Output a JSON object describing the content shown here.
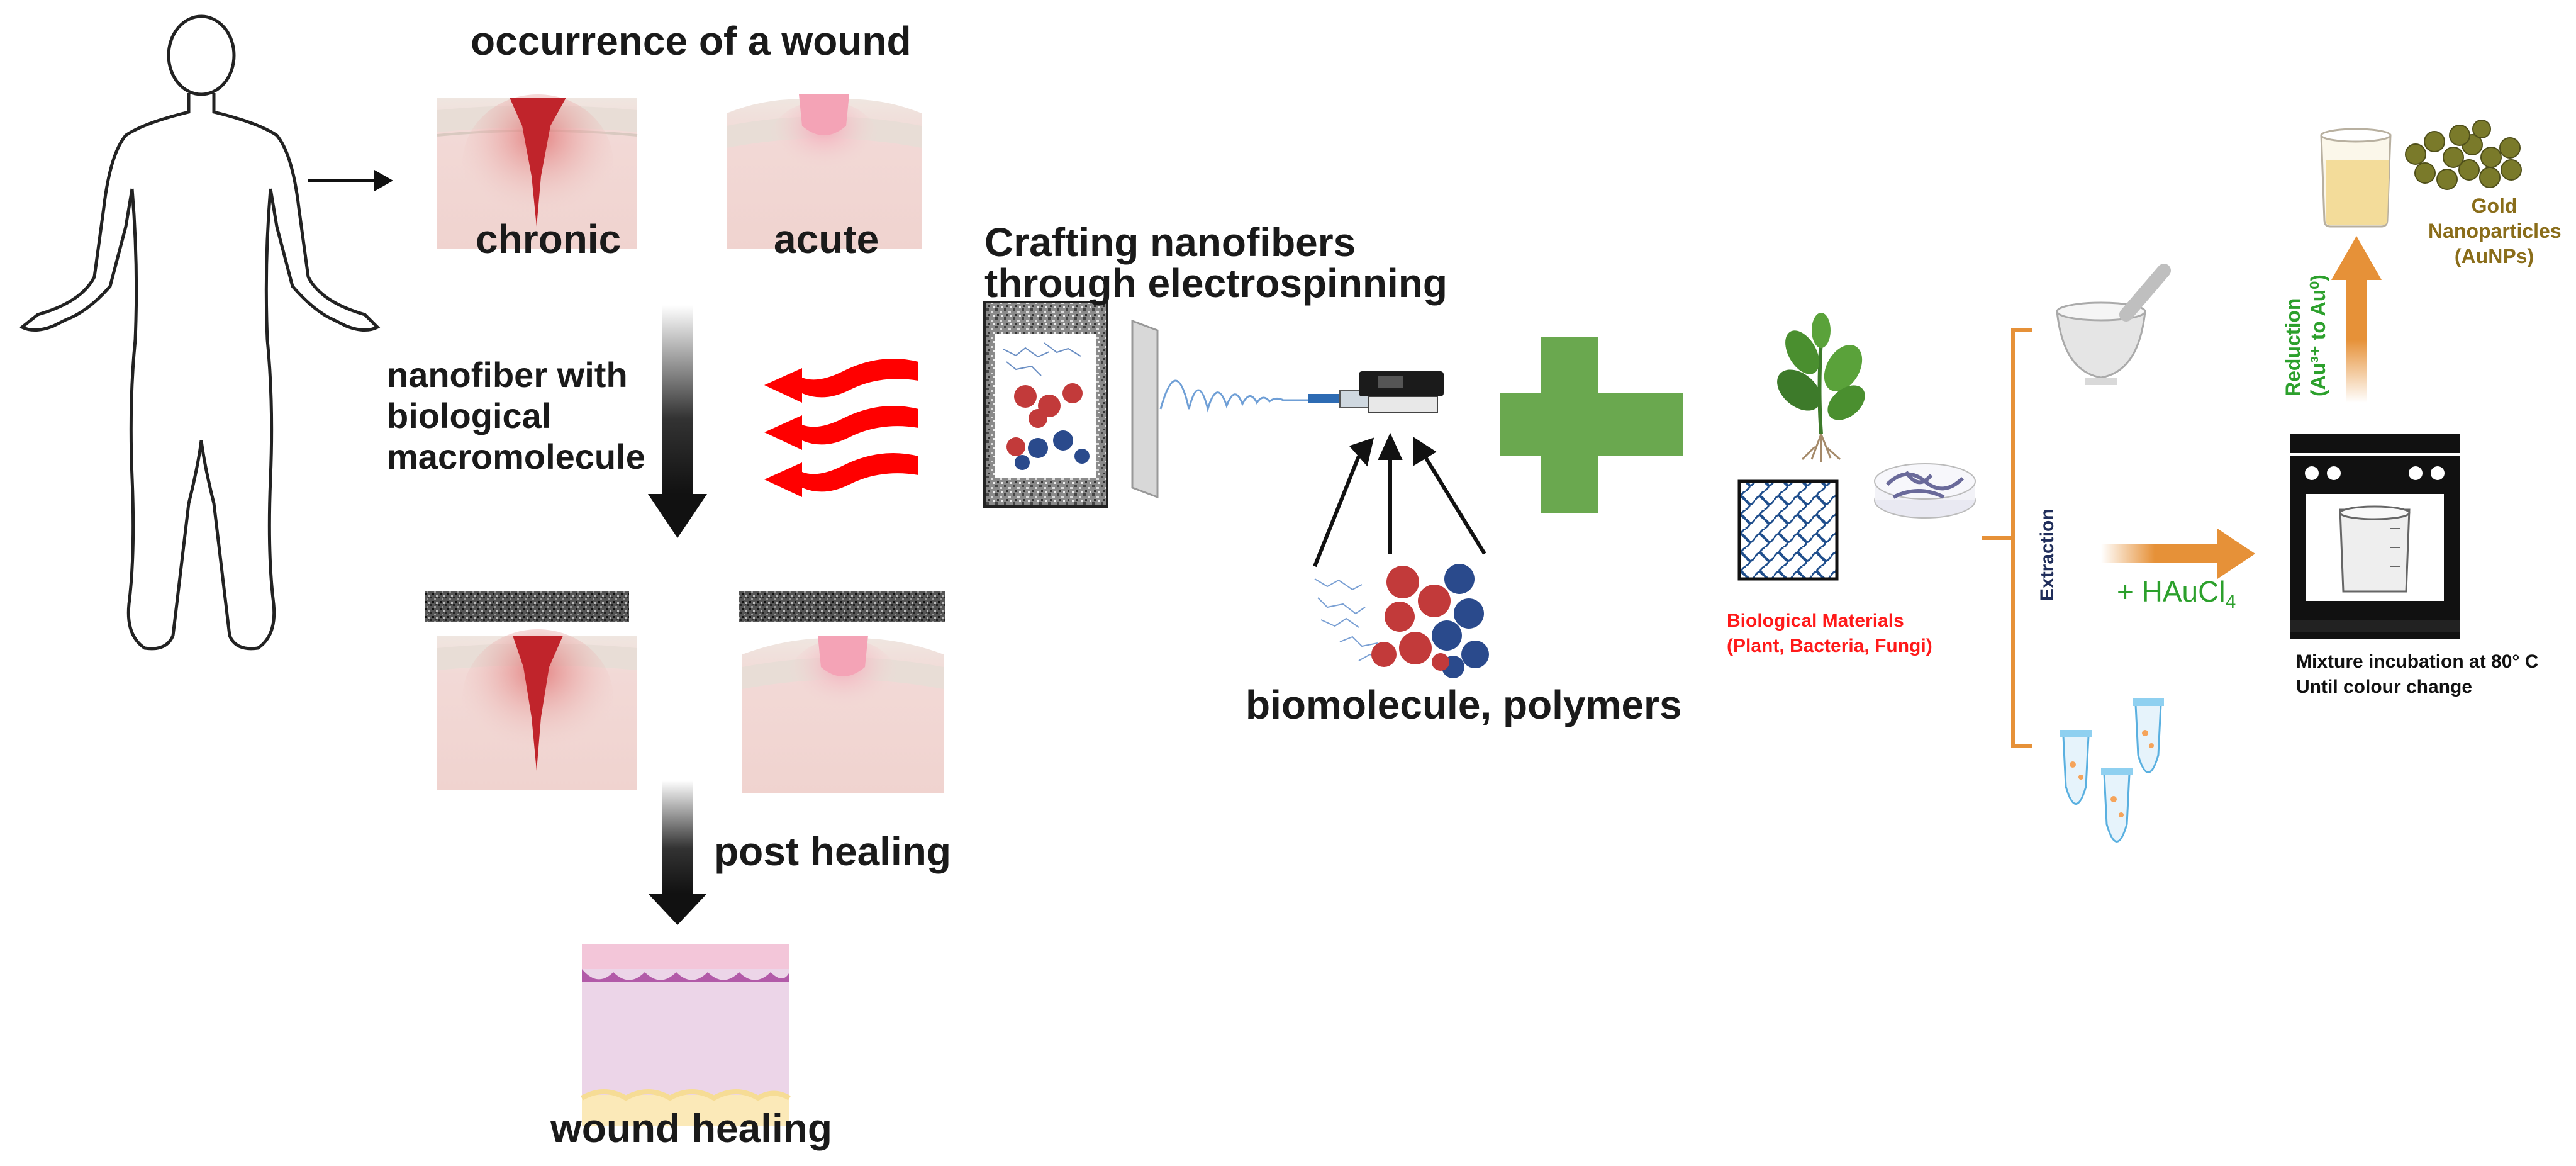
{
  "labels": {
    "occurrence": "occurrence of a wound",
    "chronic": "chronic",
    "acute": "acute",
    "nanofiber_line1": "nanofiber with",
    "nanofiber_line2": "biological",
    "nanofiber_line3": "macromolecule",
    "crafting_line1": "Crafting  nanofibers",
    "crafting_line2": "through electrospinning",
    "biomolecule": "biomolecule, polymers",
    "post_healing": "post healing",
    "wound_healing": "wound healing",
    "bio_materials_line1": "Biological Materials",
    "bio_materials_line2": "(Plant, Bacteria, Fungi)",
    "extraction": "Extraction",
    "haucl4_prefix": "+ HAuCl",
    "haucl4_sub": "4",
    "reduction_line1": "Reduction",
    "reduction_line2": "(Au³⁺ to Au⁰)",
    "gold_line1": "Gold",
    "gold_line2": "Nanoparticles",
    "gold_line3": "(AuNPs)",
    "mixture_line1": "Mixture incubation at 80° C",
    "mixture_line2": "Until colour change"
  },
  "colors": {
    "green_plus": "#6aa84f",
    "orange_arrow": "#e69138",
    "red_arrow": "#ff0000",
    "wound_red": "#c0242b"
  }
}
